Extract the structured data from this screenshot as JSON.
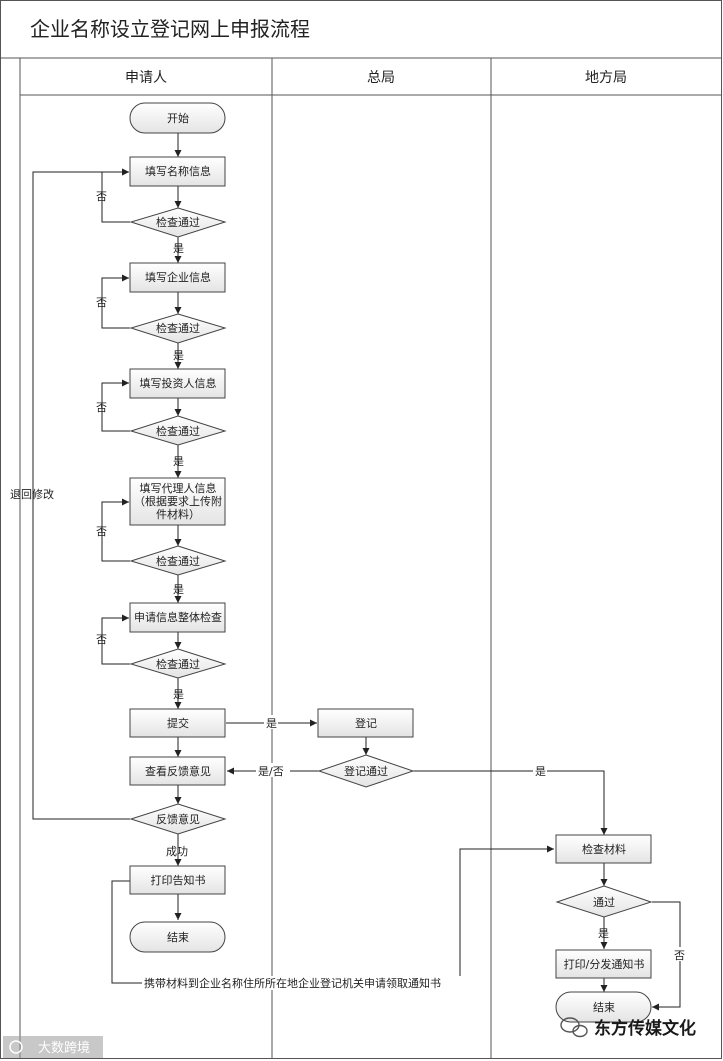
{
  "title": "企业名称设立登记网上申报流程",
  "lanes": [
    "申请人",
    "总局",
    "地方局"
  ],
  "nodes": {
    "start": "开始",
    "fill_name": "填写名称信息",
    "check1": "检查通过",
    "fill_company": "填写企业信息",
    "check2": "检查通过",
    "fill_investor": "填写投资人信息",
    "check3": "检查通过",
    "fill_agent_l1": "填写代理人信息",
    "fill_agent_l2": "（根据要求上传附",
    "fill_agent_l3": "件材料）",
    "check4": "检查通过",
    "overall_check": "申请信息整体检查",
    "check5": "检查通过",
    "submit": "提交",
    "register": "登记",
    "view_feedback": "查看反馈意见",
    "reg_pass": "登记通过",
    "feedback": "反馈意见",
    "print_notice": "打印告知书",
    "end1": "结束",
    "check_material": "检查材料",
    "pass": "通过",
    "print_send": "打印/分发通知书",
    "end2": "结束"
  },
  "labels": {
    "no": "否",
    "yes": "是",
    "yes_no": "是/否",
    "success": "成功",
    "return_modify": "退回修改",
    "carry_material": "携带材料到企业名称住所所在地企业登记机关申请领取通知书"
  },
  "watermark": {
    "left_badge": "大数跨境",
    "brand": "东方传媒文化"
  }
}
